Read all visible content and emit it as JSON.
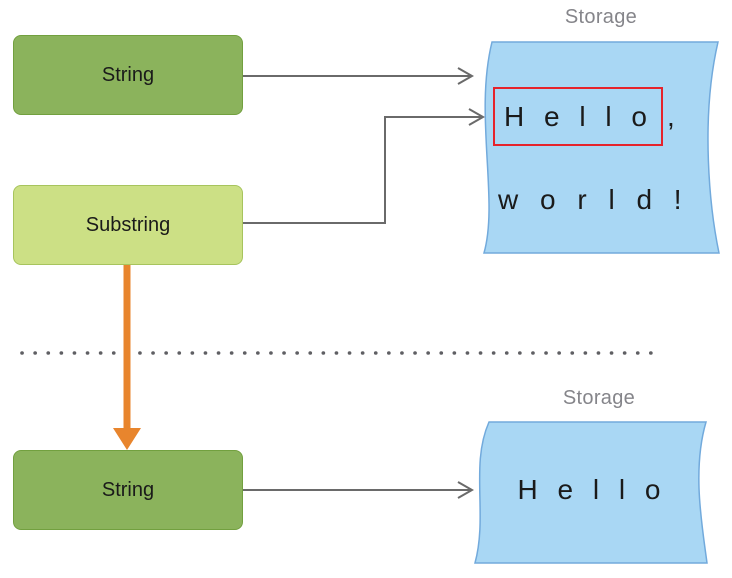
{
  "diagram": {
    "top_section": {
      "string_box_label": "String",
      "substring_box_label": "Substring",
      "storage_label": "Storage",
      "storage_line1_highlighted": "H e l l o",
      "storage_line1_suffix": ",",
      "storage_line2": "w o r l d !"
    },
    "bottom_section": {
      "string_box_label": "String",
      "storage_label": "Storage",
      "storage_line1": "H e l l o"
    }
  },
  "colors": {
    "string_fill": "#8bb35c",
    "string_border": "#72a03f",
    "substring_fill": "#cce085",
    "substring_border": "#a7c45d",
    "storage_fill": "#a9d7f4",
    "storage_border": "#72aadc",
    "red_box": "#e6232b",
    "orange_arrow": "#e8852d",
    "gray_line": "#6a6a6a",
    "dot_gray": "#5f5f63",
    "label_gray": "#85858a",
    "text_black": "#1a1a1a"
  }
}
